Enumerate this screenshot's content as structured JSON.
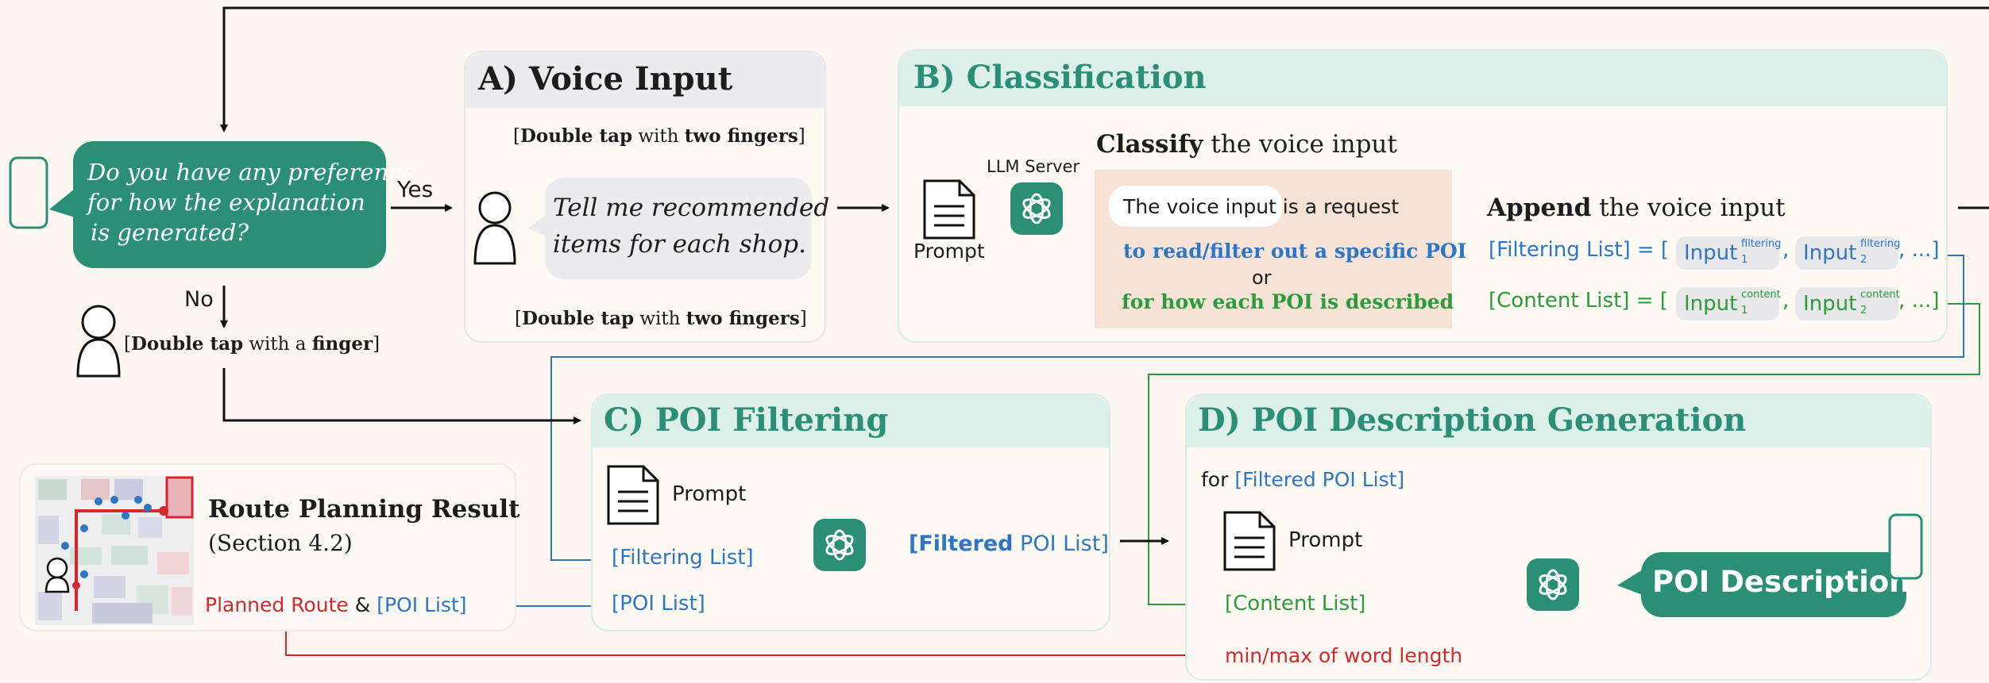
{
  "question": {
    "text_lines": [
      "Do you have any preference",
      "for how the explanation",
      "is generated?"
    ],
    "yes_label": "Yes",
    "no_label": "No",
    "no_action": {
      "open": "[",
      "bold": "Double tap",
      "mid": " with a ",
      "bold2": "finger",
      "close": "]"
    }
  },
  "voice_input": {
    "title": "A) Voice Input",
    "top_action": {
      "open": "[",
      "bold": "Double tap",
      "mid": " with ",
      "bold2": "two fingers",
      "close": "]"
    },
    "bottom_action": {
      "open": "[",
      "bold": "Double tap",
      "mid": " with ",
      "bold2": "two fingers",
      "close": "]"
    },
    "utterance_lines": [
      "Tell me recommended",
      "items for each shop."
    ]
  },
  "classification": {
    "title": "B) Classification",
    "prompt_label": "Prompt",
    "llm_label": "LLM Server",
    "classify_bold": "Classify",
    "classify_rest": " the voice input",
    "bubble_text": "The voice input is a request",
    "option_filter": "to read/filter out a specific POI",
    "option_or": "or",
    "option_content": "for how each POI is described",
    "append_bold": "Append",
    "append_rest": " the voice input",
    "filter_list": {
      "label": "[Filtering List] = [",
      "input": "Input",
      "sup": "filtering",
      "sub1": "1",
      "sub2": "2",
      "tail": ", ...]",
      "comma": ","
    },
    "content_list": {
      "label": "[Content List] = [",
      "input": "Input",
      "sup": "content",
      "sub1": "1",
      "sub2": "2",
      "tail": ", ...]",
      "comma": ","
    }
  },
  "route": {
    "title": "Route Planning Result",
    "section": "(Section 4.2)",
    "planned_route": "Planned Route",
    "amp": " & ",
    "poi_list": "[POI List]"
  },
  "poi_filtering": {
    "title": "C) POI Filtering",
    "prompt_label": "Prompt",
    "filtering_list": "[Filtering List]",
    "poi_list": "[POI List]",
    "output_bold": "[Filtered",
    "output_rest": " POI List]"
  },
  "poi_description": {
    "title": "D) POI Description Generation",
    "for_label": "for ",
    "for_list": "[Filtered POI List]",
    "prompt_label": "Prompt",
    "content_list": "[Content List]",
    "word_length": "min/max of word length",
    "output": "POI Description"
  },
  "colors": {
    "teal": "#2a8f75",
    "blue": "#2e76c4",
    "green": "#2e9a3b",
    "red": "#d8262e",
    "background": "#fcf7f0",
    "peach": "#f6e3d6"
  }
}
